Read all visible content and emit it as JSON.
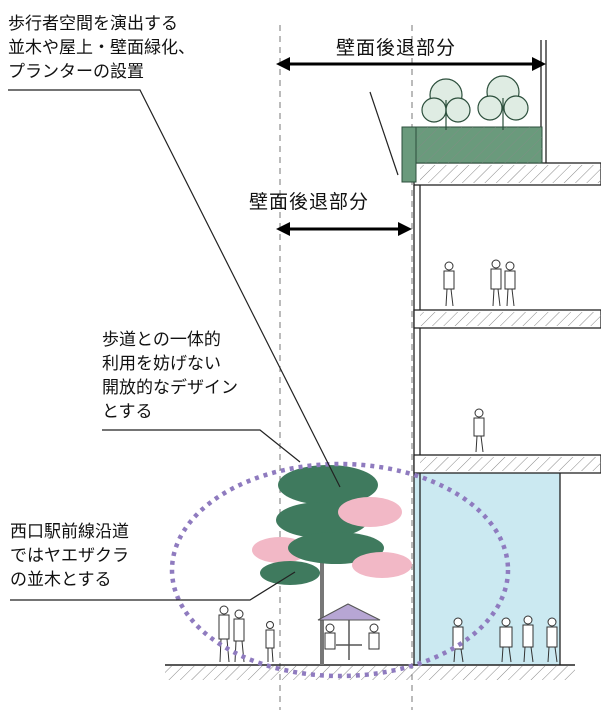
{
  "labels": {
    "rooftop_greening": [
      "歩行者空間を演出する",
      "並木や屋上・壁面緑化、",
      "プランターの設置"
    ],
    "setback_upper": "壁面後退部分",
    "setback_lower": "壁面後退部分",
    "open_design": [
      "歩道との一体的",
      "利用を妨げない",
      "開放的なデザイン",
      "とする"
    ],
    "west_exit_trees": [
      "西口駅前線沿道",
      "ではヤエザクラ",
      "の並木とする"
    ]
  },
  "colors": {
    "tree_green": "#3f7a5e",
    "cherry_pink": "#f2b8c6",
    "highlight_circle": "#8f7bbf",
    "ground_floor_glass": "#cbe9f1",
    "umbrella": "#b7a6d4",
    "line": "#222222"
  }
}
